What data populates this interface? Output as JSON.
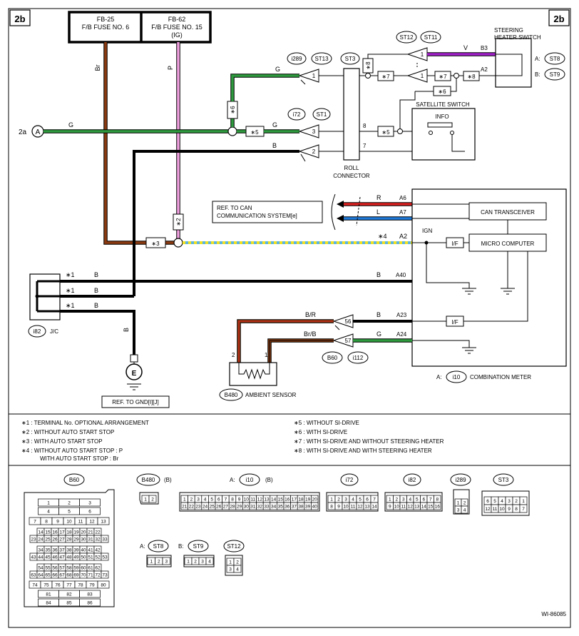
{
  "page": {
    "tag_left": "2b",
    "tag_right": "2b",
    "figure_id": "WI-86085"
  },
  "fuses": [
    {
      "id": "FB-25",
      "name": "F/B FUSE NO. 6",
      "extra": ""
    },
    {
      "id": "FB-62",
      "name": "F/B FUSE NO. 15",
      "extra": "(IG)"
    }
  ],
  "wire_colors": {
    "Br": "Br",
    "P": "P",
    "G": "G",
    "B": "B",
    "V": "V",
    "R": "R",
    "L": "L",
    "BR": "B/R",
    "BrB": "Br/B"
  },
  "connectors": {
    "i289": "i289",
    "ST13": "ST13",
    "i72": "i72",
    "ST1": "ST1",
    "ST3": "ST3",
    "ST12": "ST12",
    "ST11": "ST11",
    "ST8": "ST8",
    "ST9": "ST9",
    "i82": "i82",
    "B60": "B60",
    "i112": "i112",
    "B480": "B480",
    "i10": "i10"
  },
  "pins": {
    "p1": "1",
    "p2": "2",
    "p3": "3",
    "p7": "7",
    "p8": "8",
    "B3": "B3",
    "A2": "A2",
    "A6": "A6",
    "A7": "A7",
    "A40": "A40",
    "A23": "A23",
    "A24": "A24",
    "p56": "56",
    "p57": "57"
  },
  "marks": {
    "s1": "∗1",
    "s2": "∗2",
    "s3": "∗3",
    "s4": "∗4",
    "s5": "∗5",
    "s6": "∗6",
    "s7": "∗7",
    "s8": "∗8"
  },
  "components": {
    "steering_heater_l1": "STEERING",
    "steering_heater_l2": "HEATER SWITCH",
    "satellite_switch": "SATELLITE SWITCH",
    "info": "INFO",
    "roll_l1": "ROLL",
    "roll_l2": "CONNECTOR",
    "can_ref_l1": "REF. TO CAN",
    "can_ref_l2": "COMMUNICATION SYSTEM[e]",
    "can_transceiver": "CAN TRANSCEIVER",
    "micro_computer": "MICRO COMPUTER",
    "ign": "IGN",
    "if": "I/F",
    "jc": "J/C",
    "ambient_sensor": "AMBIENT SENSOR",
    "ref_gnd": "REF. TO GND[I][J]",
    "ground_letter": "E",
    "combination_meter": "COMBINATION METER",
    "a_prefix": "A:",
    "b_prefix": "B:",
    "left_ref": "2a",
    "left_ref_letter": "A"
  },
  "notes": [
    "∗1 : TERMINAL No. OPTIONAL ARRANGEMENT",
    "∗2 : WITHOUT AUTO START STOP",
    "∗3 : WITH AUTO START STOP",
    "∗4 : WITHOUT AUTO START STOP  : P",
    "WITH AUTO START STOP  : Br",
    "∗5 : WITHOUT SI-DRIVE",
    "∗6 : WITH SI-DRIVE",
    "∗7 : WITH SI-DRIVE AND WITHOUT STEERING HEATER",
    "∗8 : WITH SI-DRIVE AND WITH STEERING HEATER"
  ],
  "connector_views": {
    "b60": "B60",
    "b480": "B480",
    "b480_suffix": "(B)",
    "i10_prefix": "A:",
    "i10": "i10",
    "i10_suffix": "(B)",
    "i72": "i72",
    "i82": "i82",
    "i289": "i289",
    "st3": "ST3",
    "st8_prefix": "A:",
    "st8": "ST8",
    "st9_prefix": "B:",
    "st9": "ST9",
    "st12": "ST12",
    "b60_rows": [
      [
        "1",
        "2",
        "3"
      ],
      [
        "4",
        "5",
        "6"
      ],
      [
        "7",
        "8",
        "9",
        "10",
        "11",
        "12",
        "13"
      ],
      [
        "14",
        "15",
        "16",
        "17",
        "18",
        "19",
        "20",
        "21",
        "22"
      ],
      [
        "23",
        "24",
        "25",
        "26",
        "27",
        "28",
        "29",
        "30",
        "31",
        "32",
        "33"
      ],
      [
        "34",
        "35",
        "36",
        "37",
        "38",
        "39",
        "40",
        "41",
        "42"
      ],
      [
        "43",
        "44",
        "45",
        "46",
        "47",
        "48",
        "49",
        "50",
        "51",
        "52",
        "53"
      ],
      [
        "54",
        "55",
        "56",
        "57",
        "58",
        "59",
        "60",
        "61",
        "62"
      ],
      [
        "63",
        "64",
        "65",
        "66",
        "67",
        "68",
        "69",
        "70",
        "71",
        "72",
        "73"
      ],
      [
        "74",
        "75",
        "76",
        "77",
        "78",
        "79",
        "80"
      ],
      [
        "81",
        "82",
        "83"
      ],
      [
        "84",
        "85",
        "86"
      ]
    ],
    "b480_rows": [
      [
        "1",
        "2"
      ]
    ],
    "i10_rows": [
      [
        "1",
        "2",
        "3",
        "4",
        "5",
        "6",
        "7",
        "8",
        "9",
        "10",
        "11",
        "12",
        "13",
        "14",
        "15",
        "16",
        "17",
        "18",
        "19",
        "20"
      ],
      [
        "21",
        "22",
        "23",
        "24",
        "25",
        "26",
        "27",
        "28",
        "29",
        "30",
        "31",
        "32",
        "33",
        "34",
        "35",
        "36",
        "37",
        "38",
        "39",
        "40"
      ]
    ],
    "i72_rows": [
      [
        "1",
        "2",
        "3",
        "4",
        "5",
        "6",
        "7"
      ],
      [
        "8",
        "9",
        "10",
        "11",
        "12",
        "13",
        "14"
      ]
    ],
    "i82_rows": [
      [
        "1",
        "2",
        "3",
        "4",
        "5",
        "6",
        "7",
        "8"
      ],
      [
        "9",
        "10",
        "11",
        "12",
        "13",
        "14",
        "15",
        "16"
      ]
    ],
    "i289_rows": [
      [
        "1",
        "2"
      ],
      [
        "3",
        "4"
      ]
    ],
    "st3_rows": [
      [
        "6",
        "5",
        "4",
        "3",
        "2",
        "1"
      ],
      [
        "12",
        "11",
        "10",
        "9",
        "8",
        "7"
      ]
    ],
    "st8_rows": [
      [
        "1",
        "2",
        "3"
      ]
    ],
    "st9_rows": [
      [
        "1",
        "2",
        "3",
        "4"
      ]
    ],
    "st12_rows": [
      [
        "1",
        "2"
      ],
      [
        "3",
        "4"
      ]
    ]
  },
  "colors": {
    "brown": "#8B3A0F",
    "pink": "#F0A0E0",
    "green": "#2E9A3E",
    "black": "#000000",
    "purple": "#A020C8",
    "red": "#D82020",
    "blue": "#1E78D8",
    "yellow": "#F0E020",
    "lightblue": "#5AB4E0"
  }
}
